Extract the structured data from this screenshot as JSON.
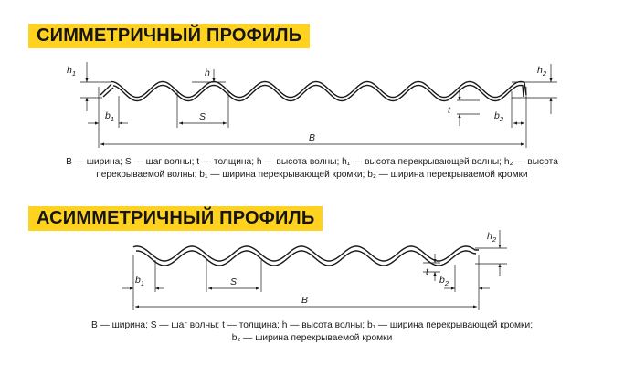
{
  "symmetric": {
    "title": "СИММЕТРИЧНЫЙ ПРОФИЛЬ",
    "labels": {
      "h1": "h",
      "h1_sub": "1",
      "h": "h",
      "h2": "h",
      "h2_sub": "2",
      "b1": "b",
      "b1_sub": "1",
      "S": "S",
      "t": "t",
      "b2": "b",
      "b2_sub": "2",
      "B": "B"
    },
    "caption_line1": "B — ширина; S — шаг волны; t — толщина; h — высота волны; h₁ — высота перекрывающей волны; h₂ — высота",
    "caption_line2": "перекрываемой волны; b₁ — ширина перекрывающей кромки; b₂ — ширина перекрываемой кромки"
  },
  "asymmetric": {
    "title": "АСИММЕТРИЧНЫЙ ПРОФИЛЬ",
    "labels": {
      "h2": "h",
      "h2_sub": "2",
      "b1": "b",
      "b1_sub": "1",
      "S": "S",
      "t": "t",
      "b2": "b",
      "b2_sub": "2",
      "B": "B"
    },
    "caption_line1": "B — ширина; S — шаг волны; t — толщина; h — высота волны; b₁ — ширина перекрывающей кромки;",
    "caption_line2": "b₂ — ширина перекрываемой кромки"
  },
  "colors": {
    "banner": "#ffd21f",
    "line": "#1a1a1a"
  }
}
